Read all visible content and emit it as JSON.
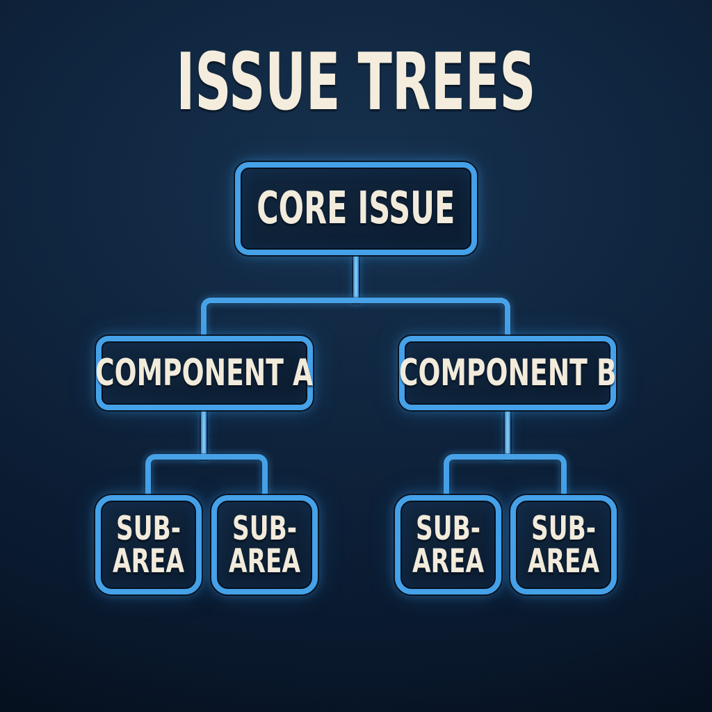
{
  "title": "ISSUE TREES",
  "colors": {
    "background": "#0b1d34",
    "accent_blue": "#46a1e8",
    "line_highlight": "#83c8f4",
    "node_fill": "#0d2136",
    "text_cream": "#f2ebdb"
  },
  "tree": {
    "root": {
      "label": "CORE ISSUE"
    },
    "branches": [
      {
        "label": "COMPONENT A",
        "children": [
          {
            "line1": "SUB-",
            "line2": "AREA"
          },
          {
            "line1": "SUB-",
            "line2": "AREA"
          }
        ]
      },
      {
        "label": "COMPONENT B",
        "children": [
          {
            "line1": "SUB-",
            "line2": "AREA"
          },
          {
            "line1": "SUB-",
            "line2": "AREA"
          }
        ]
      }
    ]
  }
}
